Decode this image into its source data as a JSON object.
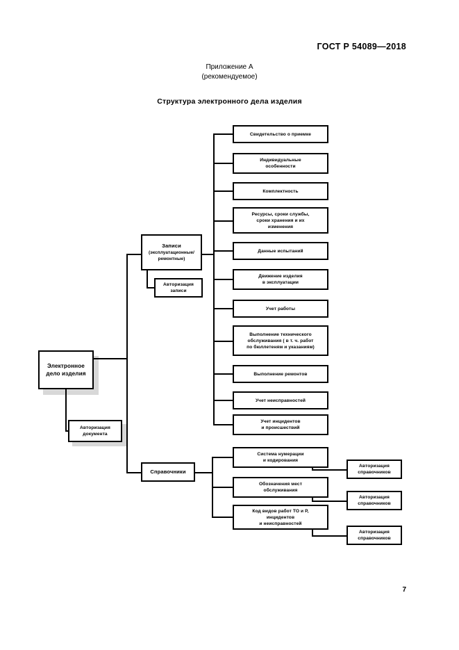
{
  "document": {
    "standard_code": "ГОСТ Р 54089—2018",
    "appendix_line1": "Приложение А",
    "appendix_line2": "(рекомендуемое)",
    "diagram_title": "Структура электронного дела изделия",
    "page_number": "7"
  },
  "diagram": {
    "root": {
      "label_line1": "Электронное",
      "label_line2": "дело изделия"
    },
    "root_auth": {
      "label_line1": "Авторизация",
      "label_line2": "документа"
    },
    "records": {
      "label_line1": "Записи",
      "label_line2": "(эксплуатационные/",
      "label_line3": "ремонтные)"
    },
    "records_auth": {
      "label_line1": "Авторизация",
      "label_line2": "записи"
    },
    "record_items": [
      {
        "lines": [
          "Свидетельство о приемке"
        ]
      },
      {
        "lines": [
          "Индивидуальные",
          "особенности"
        ]
      },
      {
        "lines": [
          "Комплектность"
        ]
      },
      {
        "lines": [
          "Ресурсы, сроки службы,",
          "сроки хранения и их",
          "изменения"
        ]
      },
      {
        "lines": [
          "Данные испытаний"
        ]
      },
      {
        "lines": [
          "Движение изделия",
          "в эксплуатации"
        ]
      },
      {
        "lines": [
          "Учет работы"
        ]
      },
      {
        "lines": [
          "Выполнение технического",
          "обслуживания ( в т. ч. работ",
          "по бюллетеням и указаниям)"
        ]
      },
      {
        "lines": [
          "Выполнение ремонтов"
        ]
      },
      {
        "lines": [
          "Учет неисправностей"
        ]
      },
      {
        "lines": [
          "Учет инцидентов",
          "и происшествий"
        ]
      }
    ],
    "catalogs": {
      "label_line1": "Справочники"
    },
    "catalog_items": [
      {
        "lines": [
          "Система нумерации",
          "и кодирования"
        ]
      },
      {
        "lines": [
          "Обозначения мест",
          "обслуживания"
        ]
      },
      {
        "lines": [
          "Код видов работ ТО и Р,",
          "инцидентов",
          "и неисправностей"
        ]
      }
    ],
    "catalog_auths": [
      {
        "lines": [
          "Авторизация",
          "справочников"
        ]
      },
      {
        "lines": [
          "Авторизация",
          "справочников"
        ]
      },
      {
        "lines": [
          "Авторизация",
          "справочников"
        ]
      }
    ]
  },
  "colors": {
    "ink": "#000000",
    "shadow": "#d8d8d8",
    "paper": "#ffffff"
  }
}
